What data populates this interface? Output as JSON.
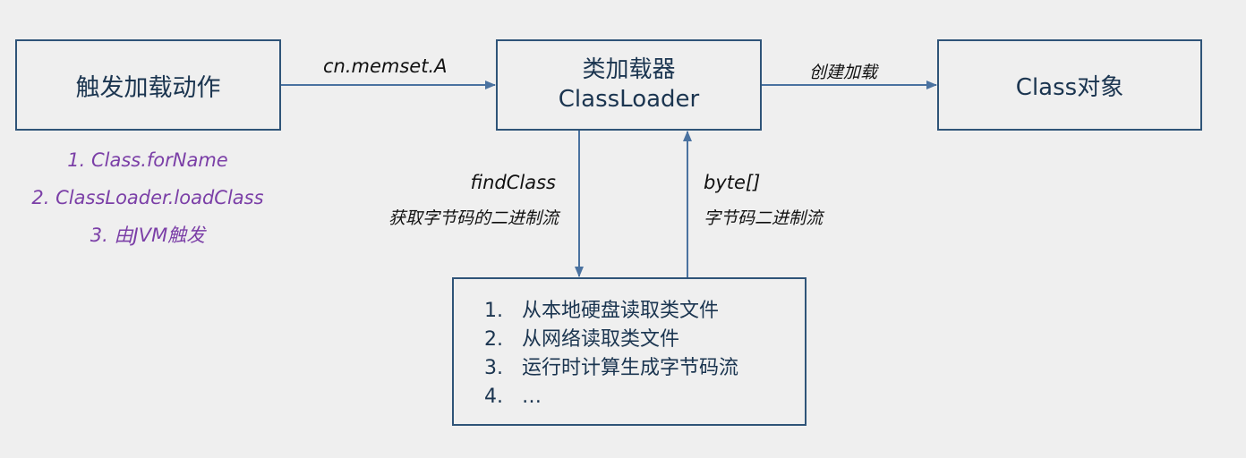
{
  "nodes": {
    "trigger": "触发加载动作",
    "loader_line1": "类加载器",
    "loader_line2": "ClassLoader",
    "class_object": "Class对象"
  },
  "edges": {
    "to_loader": "cn.memset.A",
    "create": "创建加载",
    "find_class": "findClass",
    "find_class_desc": "获取字节码的二进制流",
    "byte_array": "byte[]",
    "byte_array_desc": "字节码二进制流"
  },
  "triggers": [
    "1. Class.forName",
    "2. ClassLoader.loadClass",
    "3. 由JVM触发"
  ],
  "sources": [
    {
      "num": "1.",
      "text": "从本地硬盘读取类文件"
    },
    {
      "num": "2.",
      "text": "从网络读取类文件"
    },
    {
      "num": "3.",
      "text": "运行时计算生成字节码流"
    },
    {
      "num": "4.",
      "text": "…"
    }
  ],
  "colors": {
    "box_border": "#2f5478",
    "arrow": "#4a72a0",
    "trigger_text": "#7b3fa7",
    "background": "#efefef"
  }
}
